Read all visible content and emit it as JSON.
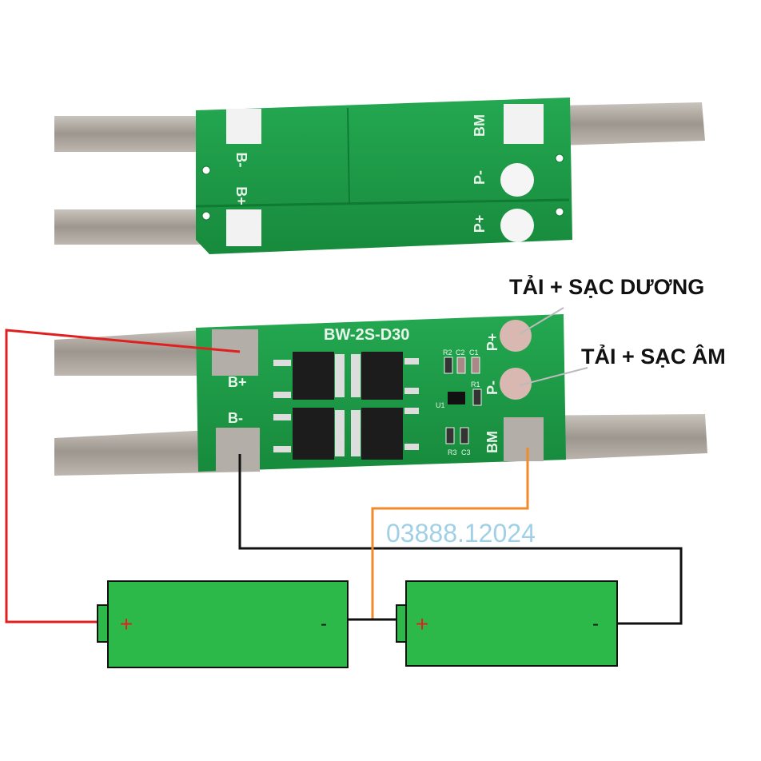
{
  "top_board": {
    "labels": {
      "b_minus": "B-",
      "b_plus": "B+",
      "bm": "BM",
      "p_minus": "P-",
      "p_plus": "P+"
    }
  },
  "bottom_board": {
    "model": "BW-2S-D30",
    "labels": {
      "b_plus": "B+",
      "b_minus": "B-",
      "bm": "BM",
      "p_plus": "P+",
      "p_minus": "P-"
    },
    "components": {
      "r2": "R2",
      "c2": "C2",
      "c1": "C1",
      "r1": "R1",
      "u1": "U1",
      "r3": "R3",
      "c3": "C3"
    }
  },
  "annotations": {
    "load_charge_positive": "TẢI + SẠC DƯƠNG",
    "load_charge_negative": "TẢI + SẠC ÂM",
    "phone": "03888.12024"
  },
  "batteries": [
    {
      "plus": "+",
      "minus": "-"
    },
    {
      "plus": "+",
      "minus": "-"
    }
  ],
  "colors": {
    "pcb": "#1f9e4a",
    "battery": "#2db84a",
    "wire_red": "#e02020",
    "wire_black": "#111111",
    "wire_orange": "#f08a2a",
    "phone_text": "#9fd0e6"
  }
}
